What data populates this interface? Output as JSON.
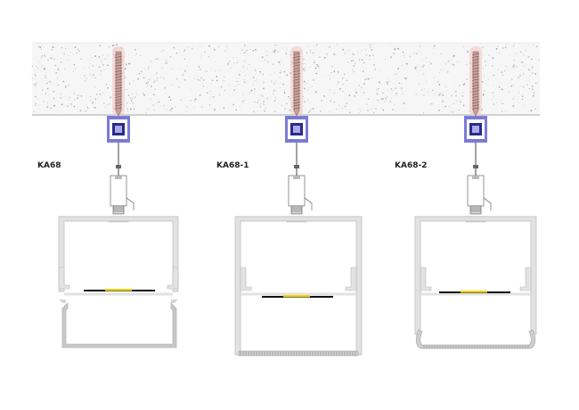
{
  "units": [
    {
      "label": "KA68",
      "diffuser": "opal-straight"
    },
    {
      "label": "KA68-1",
      "diffuser": "flat-ribbed"
    },
    {
      "label": "KA68-2",
      "diffuser": "curved-ribbed"
    }
  ],
  "colors": {
    "ceiling_fill": "#f6f6f6",
    "ceiling_speckle": "#9a9a9a",
    "screw": "#c8a29b",
    "screw_glow": "#f4c9c9",
    "clip": "#7b7bd6",
    "clip_dark": "#2a2a8a",
    "profile": "#e2e2e2",
    "profile_stroke": "#b9b9b9",
    "led": "#f2d21b",
    "led_board": "#111111",
    "label": "#222222"
  }
}
